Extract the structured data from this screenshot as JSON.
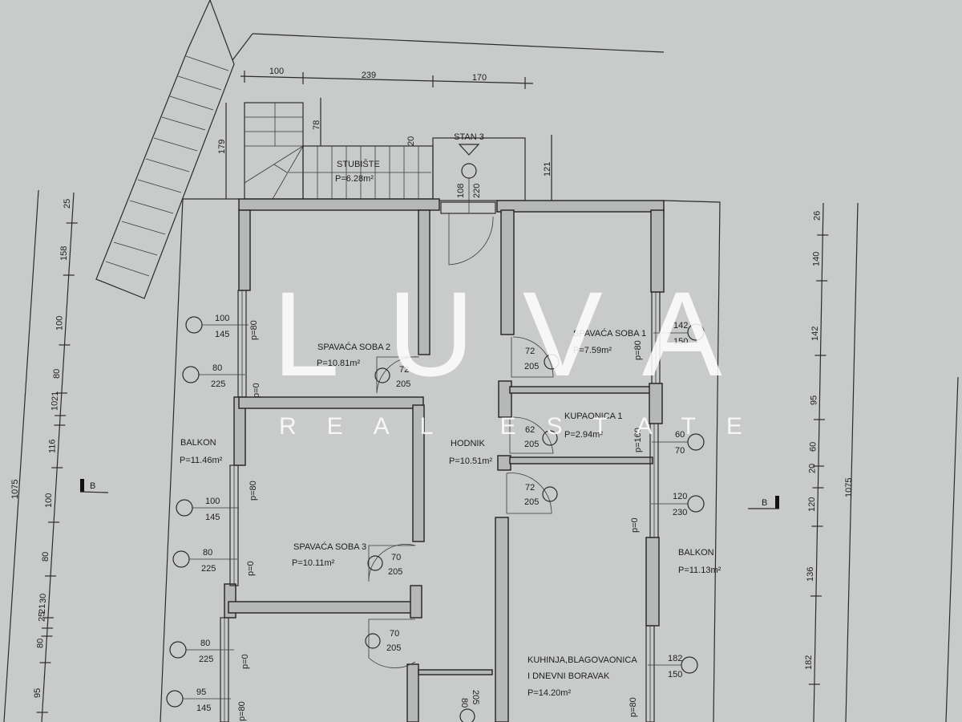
{
  "watermark": {
    "logo": "LUVA",
    "subtitle": "REAL ESTATE"
  },
  "top_dimensions": [
    "100",
    "239",
    "170"
  ],
  "stair_dims": {
    "left": "179",
    "mid": "78",
    "step": "20",
    "right": "121"
  },
  "entrance": {
    "label": "STAN 3",
    "door_w": "108",
    "door_h": "220"
  },
  "rooms": {
    "stairs": {
      "name": "STUBIŠTE",
      "area": "P=6.28m²"
    },
    "bedroom2": {
      "name": "SPAVAĆA SOBA 2",
      "area": "P=10.81m²"
    },
    "bedroom1": {
      "name": "SPAVAĆA SOBA 1",
      "area": "P=7.59m²"
    },
    "bathroom1": {
      "name": "KUPAONICA 1",
      "area": "P=2.94m²"
    },
    "hallway": {
      "name": "HODNIK",
      "area": "P=10.51m²"
    },
    "bedroom3": {
      "name": "SPAVAĆA SOBA 3",
      "area": "P=10.11m²"
    },
    "kitchen": {
      "name_line1": "KUHINJA,BLAGOVAONICA",
      "name_line2": "I DNEVNI BORAVAK",
      "area": "P=14.20m²"
    },
    "balcony_left": {
      "name": "BALKON",
      "area": "P=11.46m²"
    },
    "balcony_right": {
      "name": "BALKON",
      "area": "P=11.13m²"
    }
  },
  "left_windows": [
    {
      "w": "100",
      "h": "145"
    },
    {
      "w": "80",
      "h": "225"
    },
    {
      "w": "100",
      "h": "145"
    },
    {
      "w": "80",
      "h": "225"
    },
    {
      "w": "80",
      "h": "225"
    },
    {
      "w": "95",
      "h": "145"
    }
  ],
  "right_windows": [
    {
      "w": "142",
      "h": "150"
    },
    {
      "w": "60",
      "h": "70"
    },
    {
      "w": "120",
      "h": "230"
    },
    {
      "w": "182",
      "h": "150"
    }
  ],
  "doors": [
    {
      "w": "72",
      "h": "205"
    },
    {
      "w": "72",
      "h": "205"
    },
    {
      "w": "62",
      "h": "205"
    },
    {
      "w": "72",
      "h": "205"
    },
    {
      "w": "70",
      "h": "205"
    },
    {
      "w": "70",
      "h": "205"
    },
    {
      "w": "80",
      "h": "205"
    }
  ],
  "sill_labels": {
    "p80": "p=80",
    "p0": "p=0",
    "p160": "p=160"
  },
  "left_chain": [
    "25",
    "158",
    "100",
    "80",
    "21",
    "10",
    "116",
    "100",
    "80",
    "30",
    "21",
    "25",
    "80",
    "95"
  ],
  "left_total": "1075",
  "right_chain": [
    "26",
    "140",
    "142",
    "95",
    "60",
    "20",
    "120",
    "136",
    "182"
  ],
  "right_total": "1075",
  "section_marker": "B"
}
